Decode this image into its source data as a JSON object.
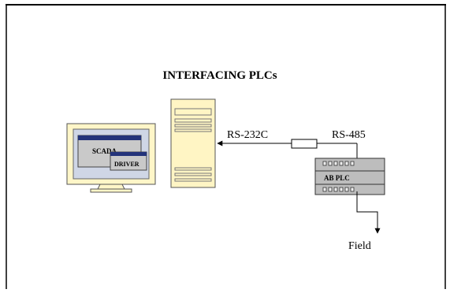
{
  "title": "INTERFACING PLCs",
  "monitor": {
    "window1_label": "SCADA",
    "window2_label": "DRIVER"
  },
  "link_serial": "RS-232C",
  "link_network": "RS-485",
  "plc_label": "AB PLC",
  "field_label": "Field",
  "colors": {
    "background": "#ffffff",
    "monitor_bezel": "#fff6c8",
    "screen_bg": "#cfd6e6",
    "window_titlebar": "#23337a",
    "window_body": "#c9c9c9",
    "tower": "#fff5c4",
    "plc_body": "#bdbdbd",
    "lines": "#000000"
  }
}
